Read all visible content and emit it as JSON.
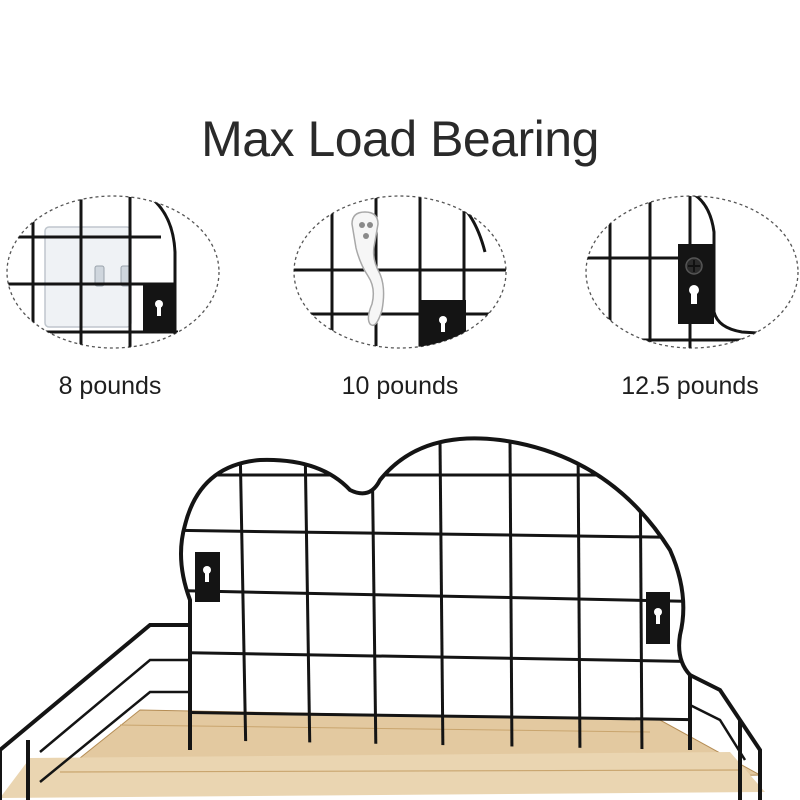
{
  "heading": "Max Load Bearing",
  "mounting_options": [
    {
      "icon": "adhesive-hook-icon",
      "capacity": "8 pounds"
    },
    {
      "icon": "nail-hook-icon",
      "capacity": "10 pounds"
    },
    {
      "icon": "screw-icon",
      "capacity": "12.5 pounds"
    }
  ],
  "colors": {
    "wire": "#141414",
    "wood": "#e3c9a0",
    "text": "#2a2a2a"
  }
}
